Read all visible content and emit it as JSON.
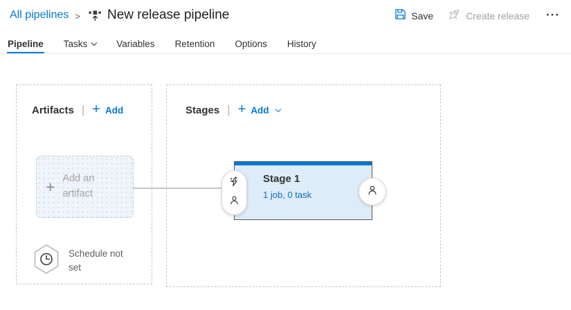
{
  "breadcrumb": {
    "parent": "All pipelines",
    "separator": ">",
    "title": "New release pipeline"
  },
  "toolbar": {
    "save_label": "Save",
    "create_release_label": "Create release",
    "more_label": "···"
  },
  "tabs": [
    {
      "label": "Pipeline",
      "active": true
    },
    {
      "label": "Tasks",
      "active": false,
      "has_chevron": true
    },
    {
      "label": "Variables",
      "active": false
    },
    {
      "label": "Retention",
      "active": false
    },
    {
      "label": "Options",
      "active": false
    },
    {
      "label": "History",
      "active": false
    }
  ],
  "artifacts_panel": {
    "heading": "Artifacts",
    "separator": "|",
    "add_label": "Add",
    "add_artifact_label": "Add an artifact",
    "schedule_label": "Schedule not set"
  },
  "stages_panel": {
    "heading": "Stages",
    "separator": "|",
    "add_label": "Add",
    "stage": {
      "name": "Stage 1",
      "summary": "1 job, 0 task"
    }
  },
  "colors": {
    "accent": "#0078d4",
    "text_dark": "#323130",
    "text_disabled": "#a19f9d",
    "dashed_border": "#c8c6c4",
    "stage_card_bg": "#deecf9",
    "stage_topbar": "#0078d4"
  }
}
